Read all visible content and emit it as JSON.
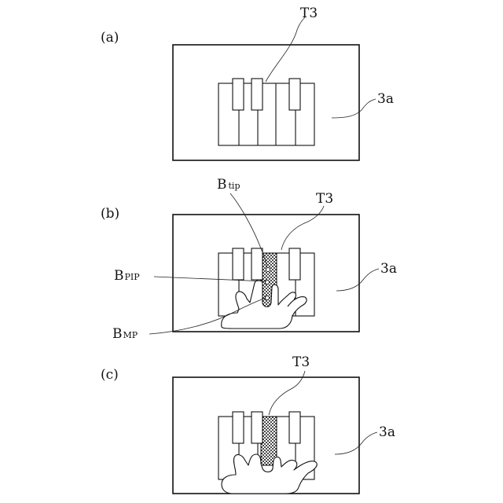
{
  "panels": {
    "a": {
      "label": "(a)",
      "key_label": "T3",
      "screen_label": "3a"
    },
    "b": {
      "label": "(b)",
      "key_label": "T3",
      "screen_label": "3a",
      "tip_label": {
        "main": "B",
        "sub": "tip"
      },
      "pip_label": {
        "main": "B",
        "sub": "PIP"
      },
      "mp_label": {
        "main": "B",
        "sub": "MP"
      }
    },
    "c": {
      "label": "(c)",
      "key_label": "T3",
      "screen_label": "3a"
    }
  }
}
